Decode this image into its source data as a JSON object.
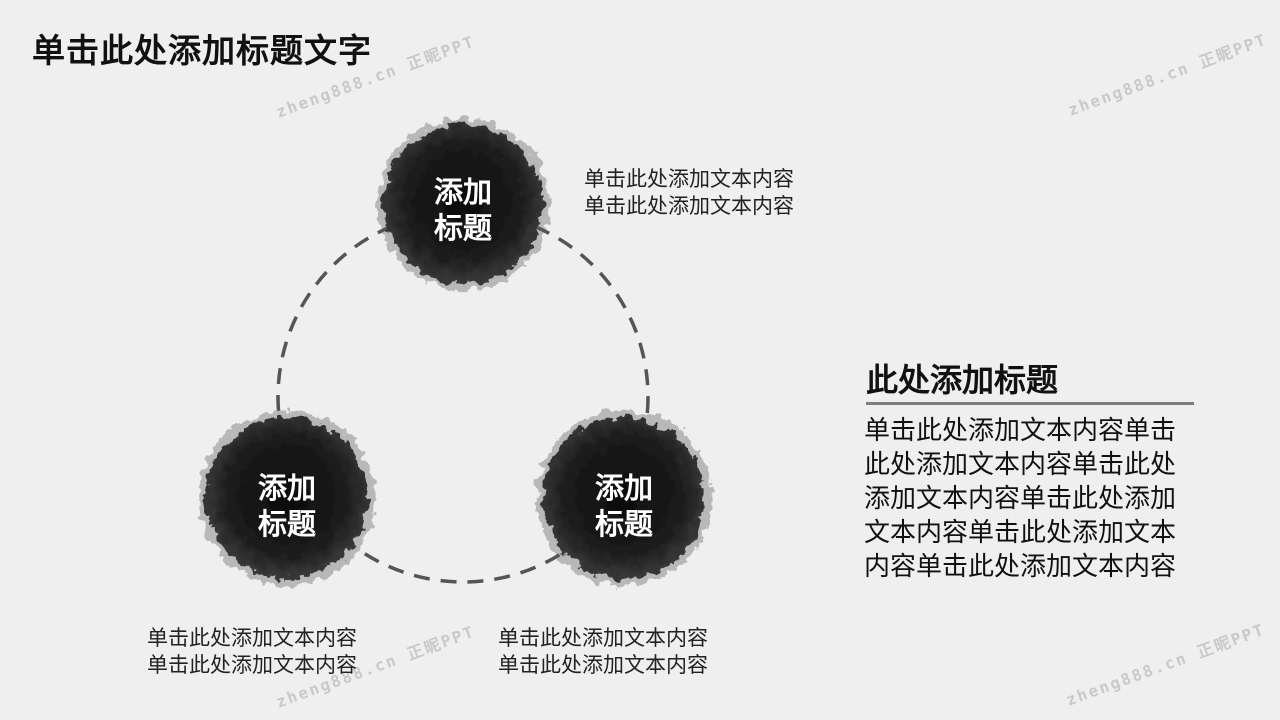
{
  "slide": {
    "title": "单击此处添加标题文字",
    "nodes": [
      {
        "label_line1": "添加",
        "label_line2": "标题"
      },
      {
        "label_line1": "添加",
        "label_line2": "标题"
      },
      {
        "label_line1": "添加",
        "label_line2": "标题"
      }
    ],
    "captions": [
      {
        "line1": "单击此处添加文本内容",
        "line2": "单击此处添加文本内容"
      },
      {
        "line1": "单击此处添加文本内容",
        "line2": "单击此处添加文本内容"
      },
      {
        "line1": "单击此处添加文本内容",
        "line2": "单击此处添加文本内容"
      }
    ],
    "side": {
      "title": "此处添加标题",
      "body": "单击此处添加文本内容单击此处添加文本内容单击此处添加文本内容单击此处添加文本内容单击此处添加文本内容单击此处添加文本内容"
    }
  },
  "watermarks": [
    "zheng888.cn 正昵PPT",
    "zheng888.cn 正昵PPT",
    "zheng888.cn 正昵PPT",
    "zheng888.cn 正昵PPT"
  ],
  "colors": {
    "background": "#efefef",
    "ink": "#111111",
    "dash": "#555555",
    "rule": "#7d7d7d"
  }
}
